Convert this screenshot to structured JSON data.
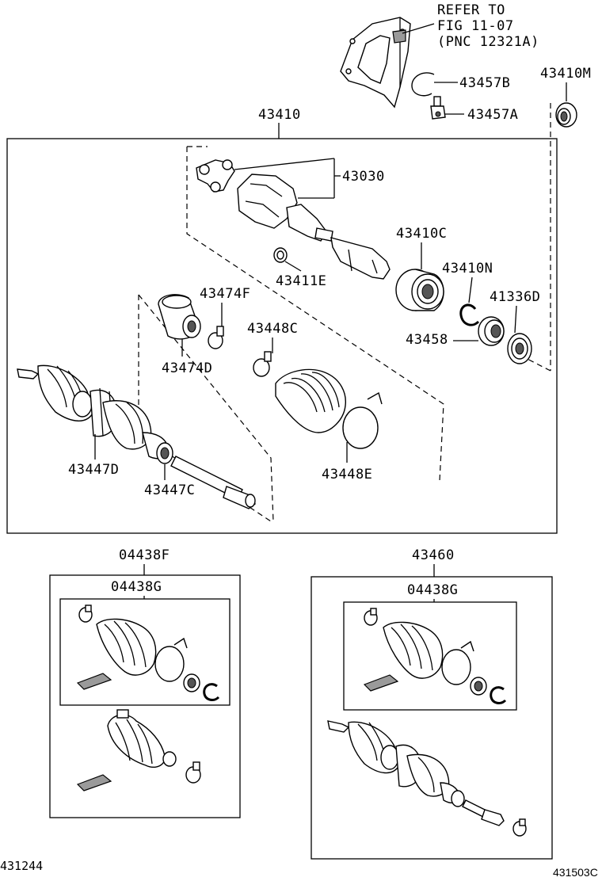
{
  "refer_note": {
    "line1": "REFER TO",
    "line2": "FIG 11-07",
    "line3": "(PNC 12321A)"
  },
  "labels": {
    "p43457B": "43457B",
    "p43457A": "43457A",
    "p43410M": "43410M",
    "p43410": "43410",
    "p43030": "43030",
    "p43410C": "43410C",
    "p43411E": "43411E",
    "p43410N": "43410N",
    "p41336D": "41336D",
    "p43474F": "43474F",
    "p43448C": "43448C",
    "p43474D": "43474D",
    "p43458": "43458",
    "p43447D": "43447D",
    "p43447C": "43447C",
    "p43448E": "43448E",
    "p04438F": "04438F",
    "p04438G_left": "04438G",
    "p43460": "43460",
    "p04438G_right": "04438G"
  },
  "footer": {
    "left_code": "431244",
    "right_code": "431503C"
  }
}
